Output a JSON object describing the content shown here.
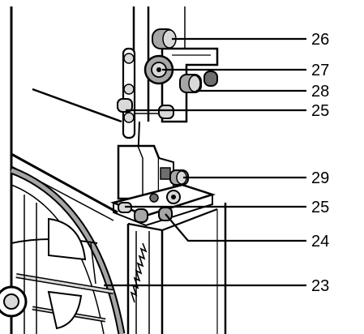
{
  "callouts": [
    {
      "id": "c26",
      "label": "26"
    },
    {
      "id": "c27",
      "label": "27"
    },
    {
      "id": "c28",
      "label": "28"
    },
    {
      "id": "c25a",
      "label": "25"
    },
    {
      "id": "c29",
      "label": "29"
    },
    {
      "id": "c25b",
      "label": "25"
    },
    {
      "id": "c24",
      "label": "24"
    },
    {
      "id": "c23",
      "label": "23"
    }
  ],
  "colors": {
    "line": "#000000",
    "shade_light": "#d9d9d9",
    "shade_mid": "#a6a6a6",
    "shade_dark": "#6e6e6e",
    "background": "#ffffff"
  }
}
